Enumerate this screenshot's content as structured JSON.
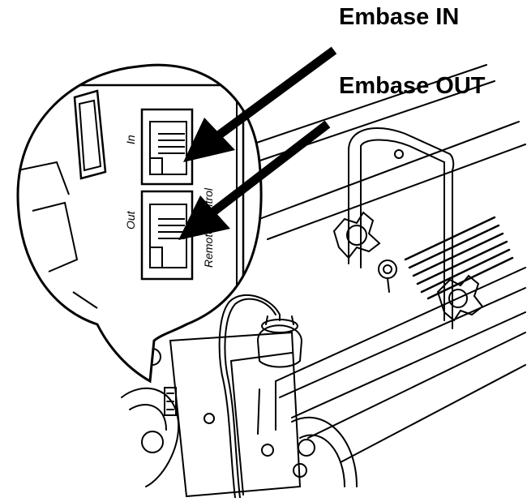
{
  "callouts": {
    "embase_in": "Embase IN",
    "embase_out": "Embase OUT"
  },
  "panel": {
    "port_in_label": "In",
    "port_out_label": "Out",
    "remote_control_label": "Remote Control"
  },
  "colors": {
    "line": "#000000",
    "background": "#ffffff"
  }
}
